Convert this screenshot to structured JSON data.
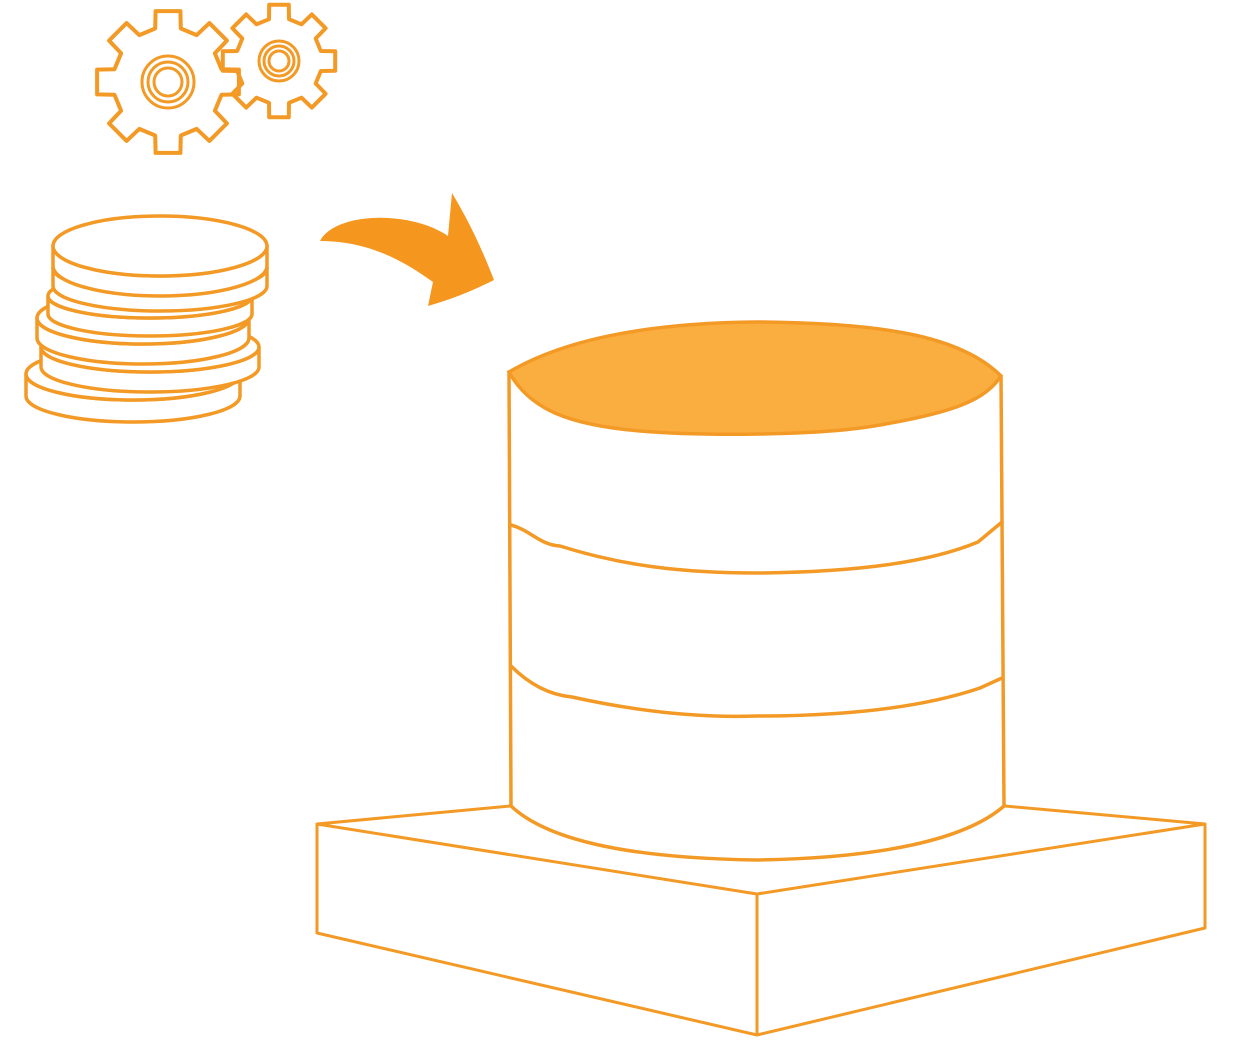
{
  "colors": {
    "stroke": "#F39A26",
    "lid_fill": "#FBAE40",
    "arrow_fill": "#F5961F",
    "background": "#FFFFFF"
  },
  "icons": {
    "gears": "gears-icon",
    "coins": "coin-stack-icon",
    "arrow": "curved-arrow-icon",
    "database": "database-cylinder-icon",
    "platform": "platform-base-icon"
  },
  "database": {
    "segments": 3,
    "lid_filled": true
  },
  "coins": {
    "count": 6
  },
  "gears": {
    "count": 2
  }
}
